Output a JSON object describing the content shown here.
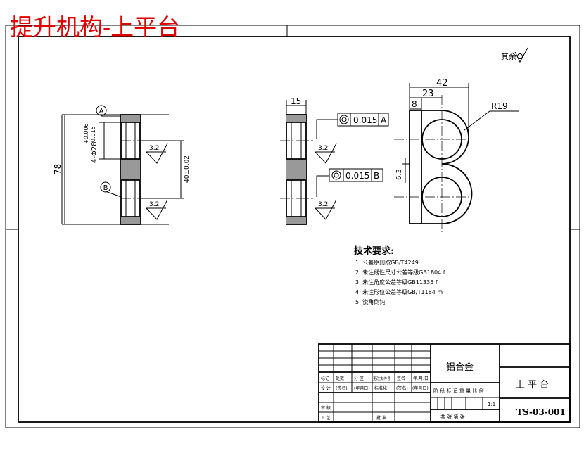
{
  "title": "提升机构-上平台",
  "surface_finish_note": "其余",
  "front_view": {
    "datum_a": "A",
    "datum_b": "B",
    "hole_dim": "4-Φ28",
    "hole_tol_upper": "+0.006",
    "hole_tol_lower": "-0.015",
    "height_dim": "78",
    "center_dist": "40±0.02",
    "roughness_1": "3.2",
    "roughness_2": "3.2"
  },
  "side_view": {
    "width_dim": "15",
    "tol_a_value": "0.015",
    "tol_a_datum": "A",
    "tol_b_value": "0.015",
    "tol_b_datum": "B",
    "roughness_1": "3.2",
    "roughness_2": "3.2"
  },
  "end_view": {
    "dim_42": "42",
    "dim_23": "23",
    "dim_8": "8",
    "dim_r19": "R19",
    "dim_63": "6.3"
  },
  "tech_requirements": {
    "heading": "技术要求:",
    "items": [
      "1. 公差原则按GB/T4249",
      "2. 未注线性尺寸公差等级GB1804 f",
      "3. 未注角度公差等级GB11335 f",
      "4. 未注形位公差等级GB/T1184 m",
      "5. 锐角倒钝"
    ]
  },
  "title_block": {
    "material": "铝合金",
    "part_name": "上 平 台",
    "drawing_no": "TS-03-001",
    "scale": "1:1",
    "row_mark": [
      "标记",
      "处数",
      "分 区",
      "更改文件号",
      "签名",
      "年.月.日"
    ],
    "row_design": [
      "设 计",
      "(签名)",
      "(年月日)",
      "标准化",
      "(签名)",
      "(年月日)"
    ],
    "stage_labels": "阶 段 标 记   重 量   比 例",
    "review": "审 核",
    "process": "工 艺",
    "approve": "批 准",
    "sheets": "共   张   第   张"
  }
}
